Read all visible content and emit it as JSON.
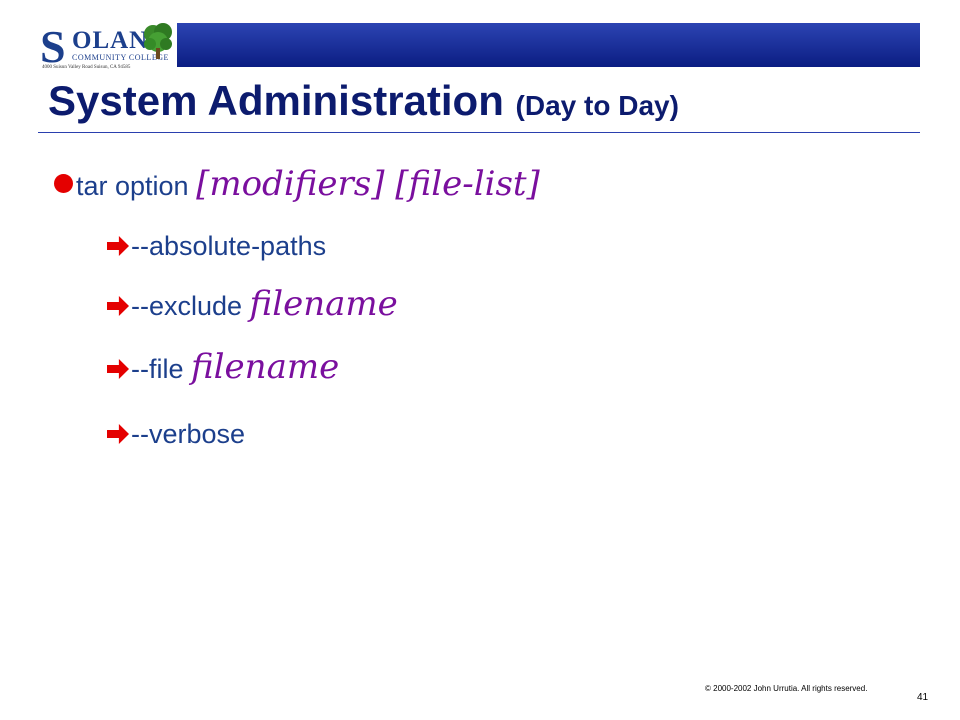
{
  "logo": {
    "initial": "S",
    "name_rest": "OLANO",
    "subtitle": "COMMUNITY COLLEGE",
    "address": "4000 Suisun Valley Road   Suisun, CA  94585"
  },
  "slide": {
    "title_main": "System Administration",
    "title_sub": "(Day to Day)",
    "bullet": {
      "command": "tar option ",
      "args": "[modifiers] [file-list]"
    },
    "subitems": [
      {
        "text": "--absolute-paths",
        "arg": ""
      },
      {
        "text": "--exclude ",
        "arg": "filename"
      },
      {
        "text": "--file ",
        "arg": "filename"
      },
      {
        "text": "--verbose",
        "arg": ""
      }
    ]
  },
  "footer": {
    "copyright": "© 2000-2002  John Urrutia. All rights reserved.",
    "page_number": "41"
  },
  "colors": {
    "header_bar": "#1a2e9e",
    "text_blue": "#1c3f8c",
    "script_purple": "#7a0f9e",
    "bullet_red": "#e40000"
  }
}
